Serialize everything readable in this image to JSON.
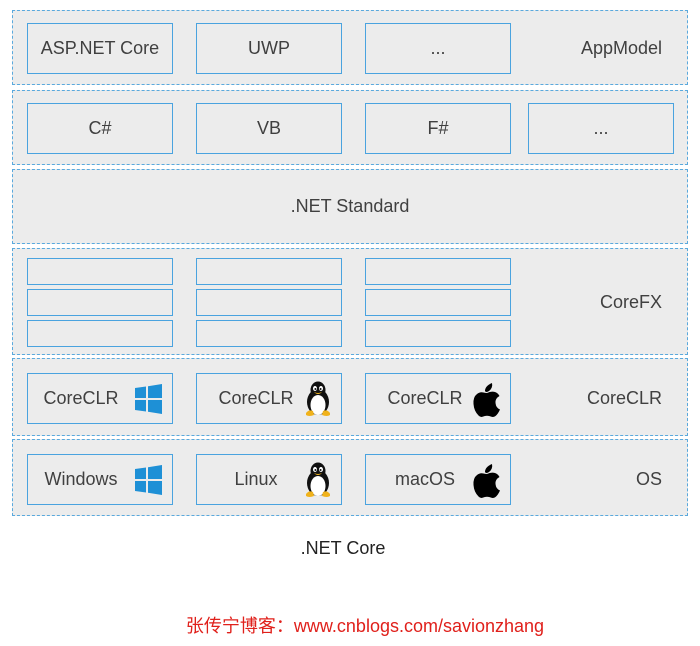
{
  "layers": {
    "appmodel": {
      "items": [
        "ASP.NET Core",
        "UWP",
        "..."
      ],
      "label": "AppModel"
    },
    "languages": {
      "items": [
        "C#",
        "VB",
        "F#",
        "..."
      ]
    },
    "standard": {
      "label": ".NET Standard"
    },
    "corefx": {
      "label": "CoreFX"
    },
    "coreclr": {
      "items": [
        "CoreCLR",
        "CoreCLR",
        "CoreCLR"
      ],
      "label": "CoreCLR"
    },
    "os": {
      "items": [
        "Windows",
        "Linux",
        "macOS"
      ],
      "label": "OS"
    }
  },
  "icons": {
    "windows_color": "#1e90d6",
    "icon_names": [
      "windows-icon",
      "linux-tux-icon",
      "apple-icon"
    ]
  },
  "caption": ".NET Core",
  "credit": "张传宁博客：www.cnblogs.com/savionzhang",
  "colors": {
    "border": "#4aa3df",
    "layer_bg": "#ececec",
    "credit": "#e0201b"
  }
}
